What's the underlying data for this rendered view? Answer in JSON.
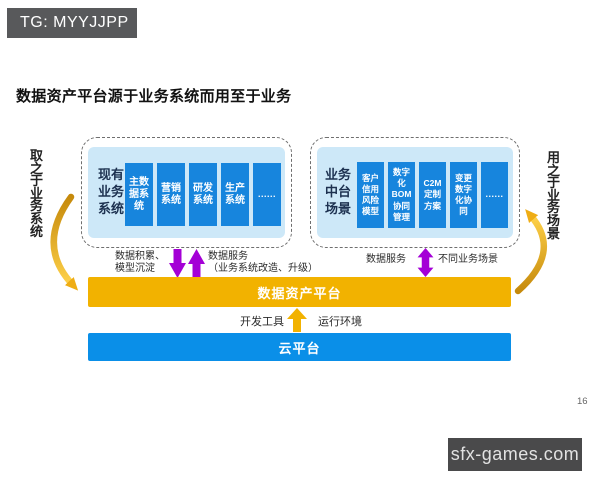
{
  "banner": {
    "text": "TG: MYYJJPP"
  },
  "title": "数据资产平台源于业务系统而用至于业务",
  "side_labels": {
    "left": "取之于业务系统",
    "right": "用之于业务场景"
  },
  "source_group": {
    "label": "现有\n业务\n系统",
    "items": {
      "0": "主数\n据系\n统",
      "1": "营销\n系统",
      "2": "研发\n系统",
      "3": "生产\n系统",
      "4": "......"
    }
  },
  "scenario_group": {
    "label": "业务\n中台\n场景",
    "items": {
      "0": "客户\n信用\n风险\n模型",
      "1": "数字\n化\nBOM\n协同\n管理",
      "2": "C2M\n定制\n方案",
      "3": "变更\n数字\n化协\n同",
      "4": "......"
    }
  },
  "flow_annotations": {
    "accumulate": "数据积累、\n模型沉淀",
    "service_left": "数据服务\n（业务系统改造、升级）",
    "service_right": "数据服务",
    "scenarios": "不同业务场景"
  },
  "platform_bar": {
    "label": "数据资产平台"
  },
  "middleware": {
    "left": "开发工具",
    "right": "运行环境"
  },
  "cloud_bar": {
    "label": "云平台"
  },
  "page_number": "16",
  "watermark": "sfx-games.com",
  "colors": {
    "gold": "#F2B200",
    "cloud_blue": "#0A8FE8",
    "box_blue": "#1785DD",
    "panel_blue": "#CDE8F8",
    "purple": "#A400D6",
    "banner_gray": "#58595B"
  }
}
